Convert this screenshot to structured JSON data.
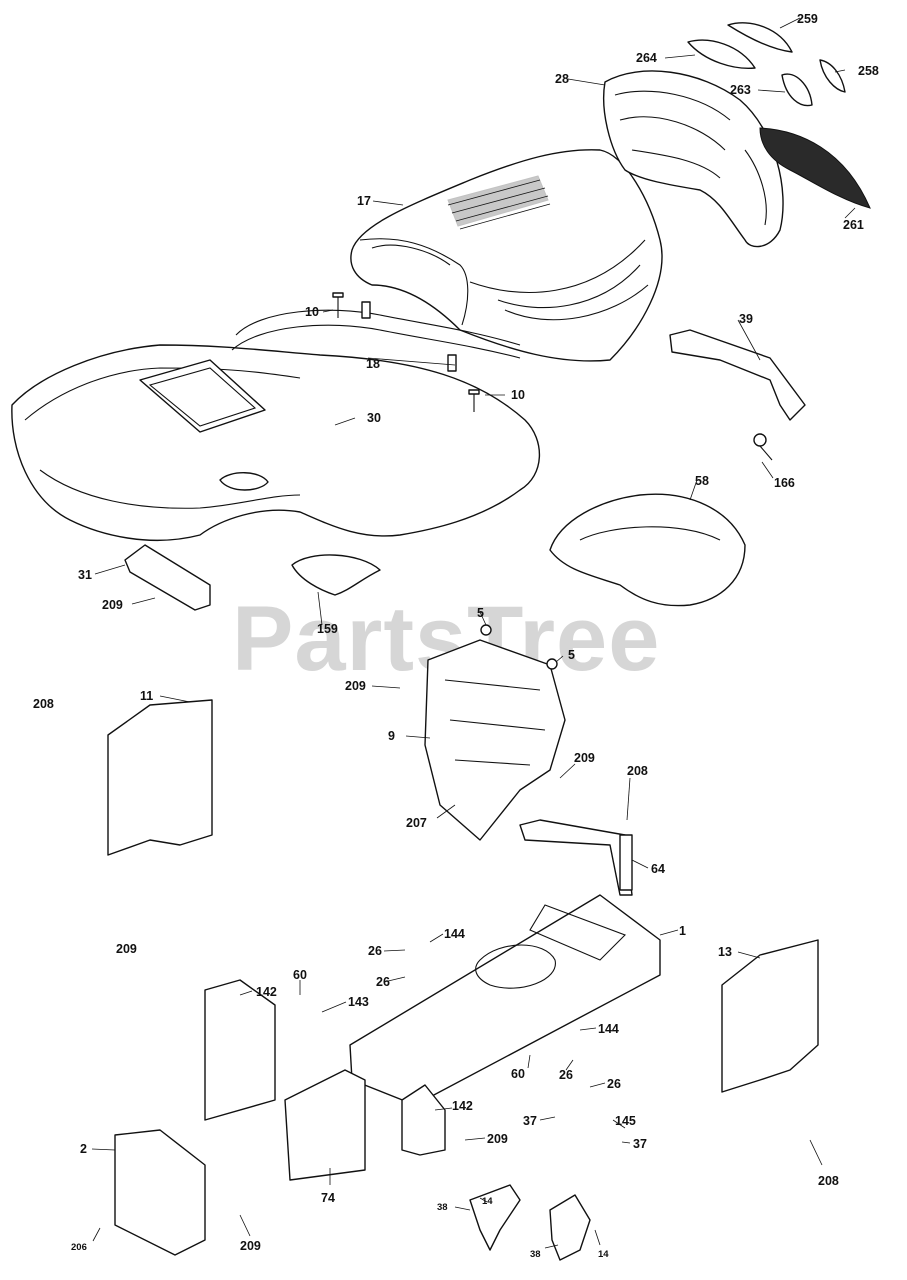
{
  "watermark": "PartsTree",
  "callouts": {
    "c259": "259",
    "c264": "264",
    "c258": "258",
    "c28": "28",
    "c263": "263",
    "c17": "17",
    "c261": "261",
    "c10a": "10",
    "c18": "18",
    "c39": "39",
    "c10b": "10",
    "c30": "30",
    "c166": "166",
    "c58": "58",
    "c31": "31",
    "c209a": "209",
    "c159": "159",
    "c5a": "5",
    "c5b": "5",
    "c11": "11",
    "c209b": "209",
    "c208a": "208",
    "c9": "9",
    "c209c": "209",
    "c208b": "208",
    "c207": "207",
    "c64": "64",
    "c1": "1",
    "c144a": "144",
    "c13": "13",
    "c209d": "209",
    "c26a": "26",
    "c26b": "26",
    "c60a": "60",
    "c142a": "142",
    "c143": "143",
    "c144b": "144",
    "c60b": "60",
    "c26c": "26",
    "c26d": "26",
    "c37a": "37",
    "c145": "145",
    "c142b": "142",
    "c209e": "209",
    "c37b": "37",
    "c208c": "208",
    "c2": "2",
    "c74": "74",
    "c14a": "14",
    "c38a": "38",
    "c206": "206",
    "c209f": "209",
    "c38b": "38",
    "c14b": "14"
  }
}
